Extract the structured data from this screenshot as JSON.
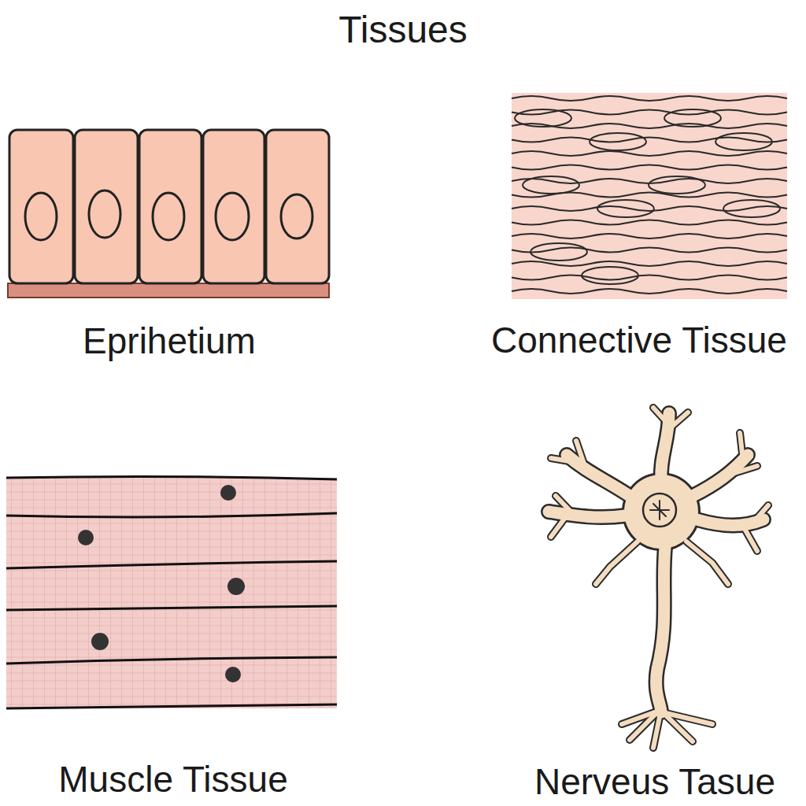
{
  "diagram": {
    "title": "Tissues",
    "labels": [
      "Eprihetium",
      "Connective Tissue",
      "Muscle Tissue",
      "Nerveus Tasue"
    ]
  }
}
